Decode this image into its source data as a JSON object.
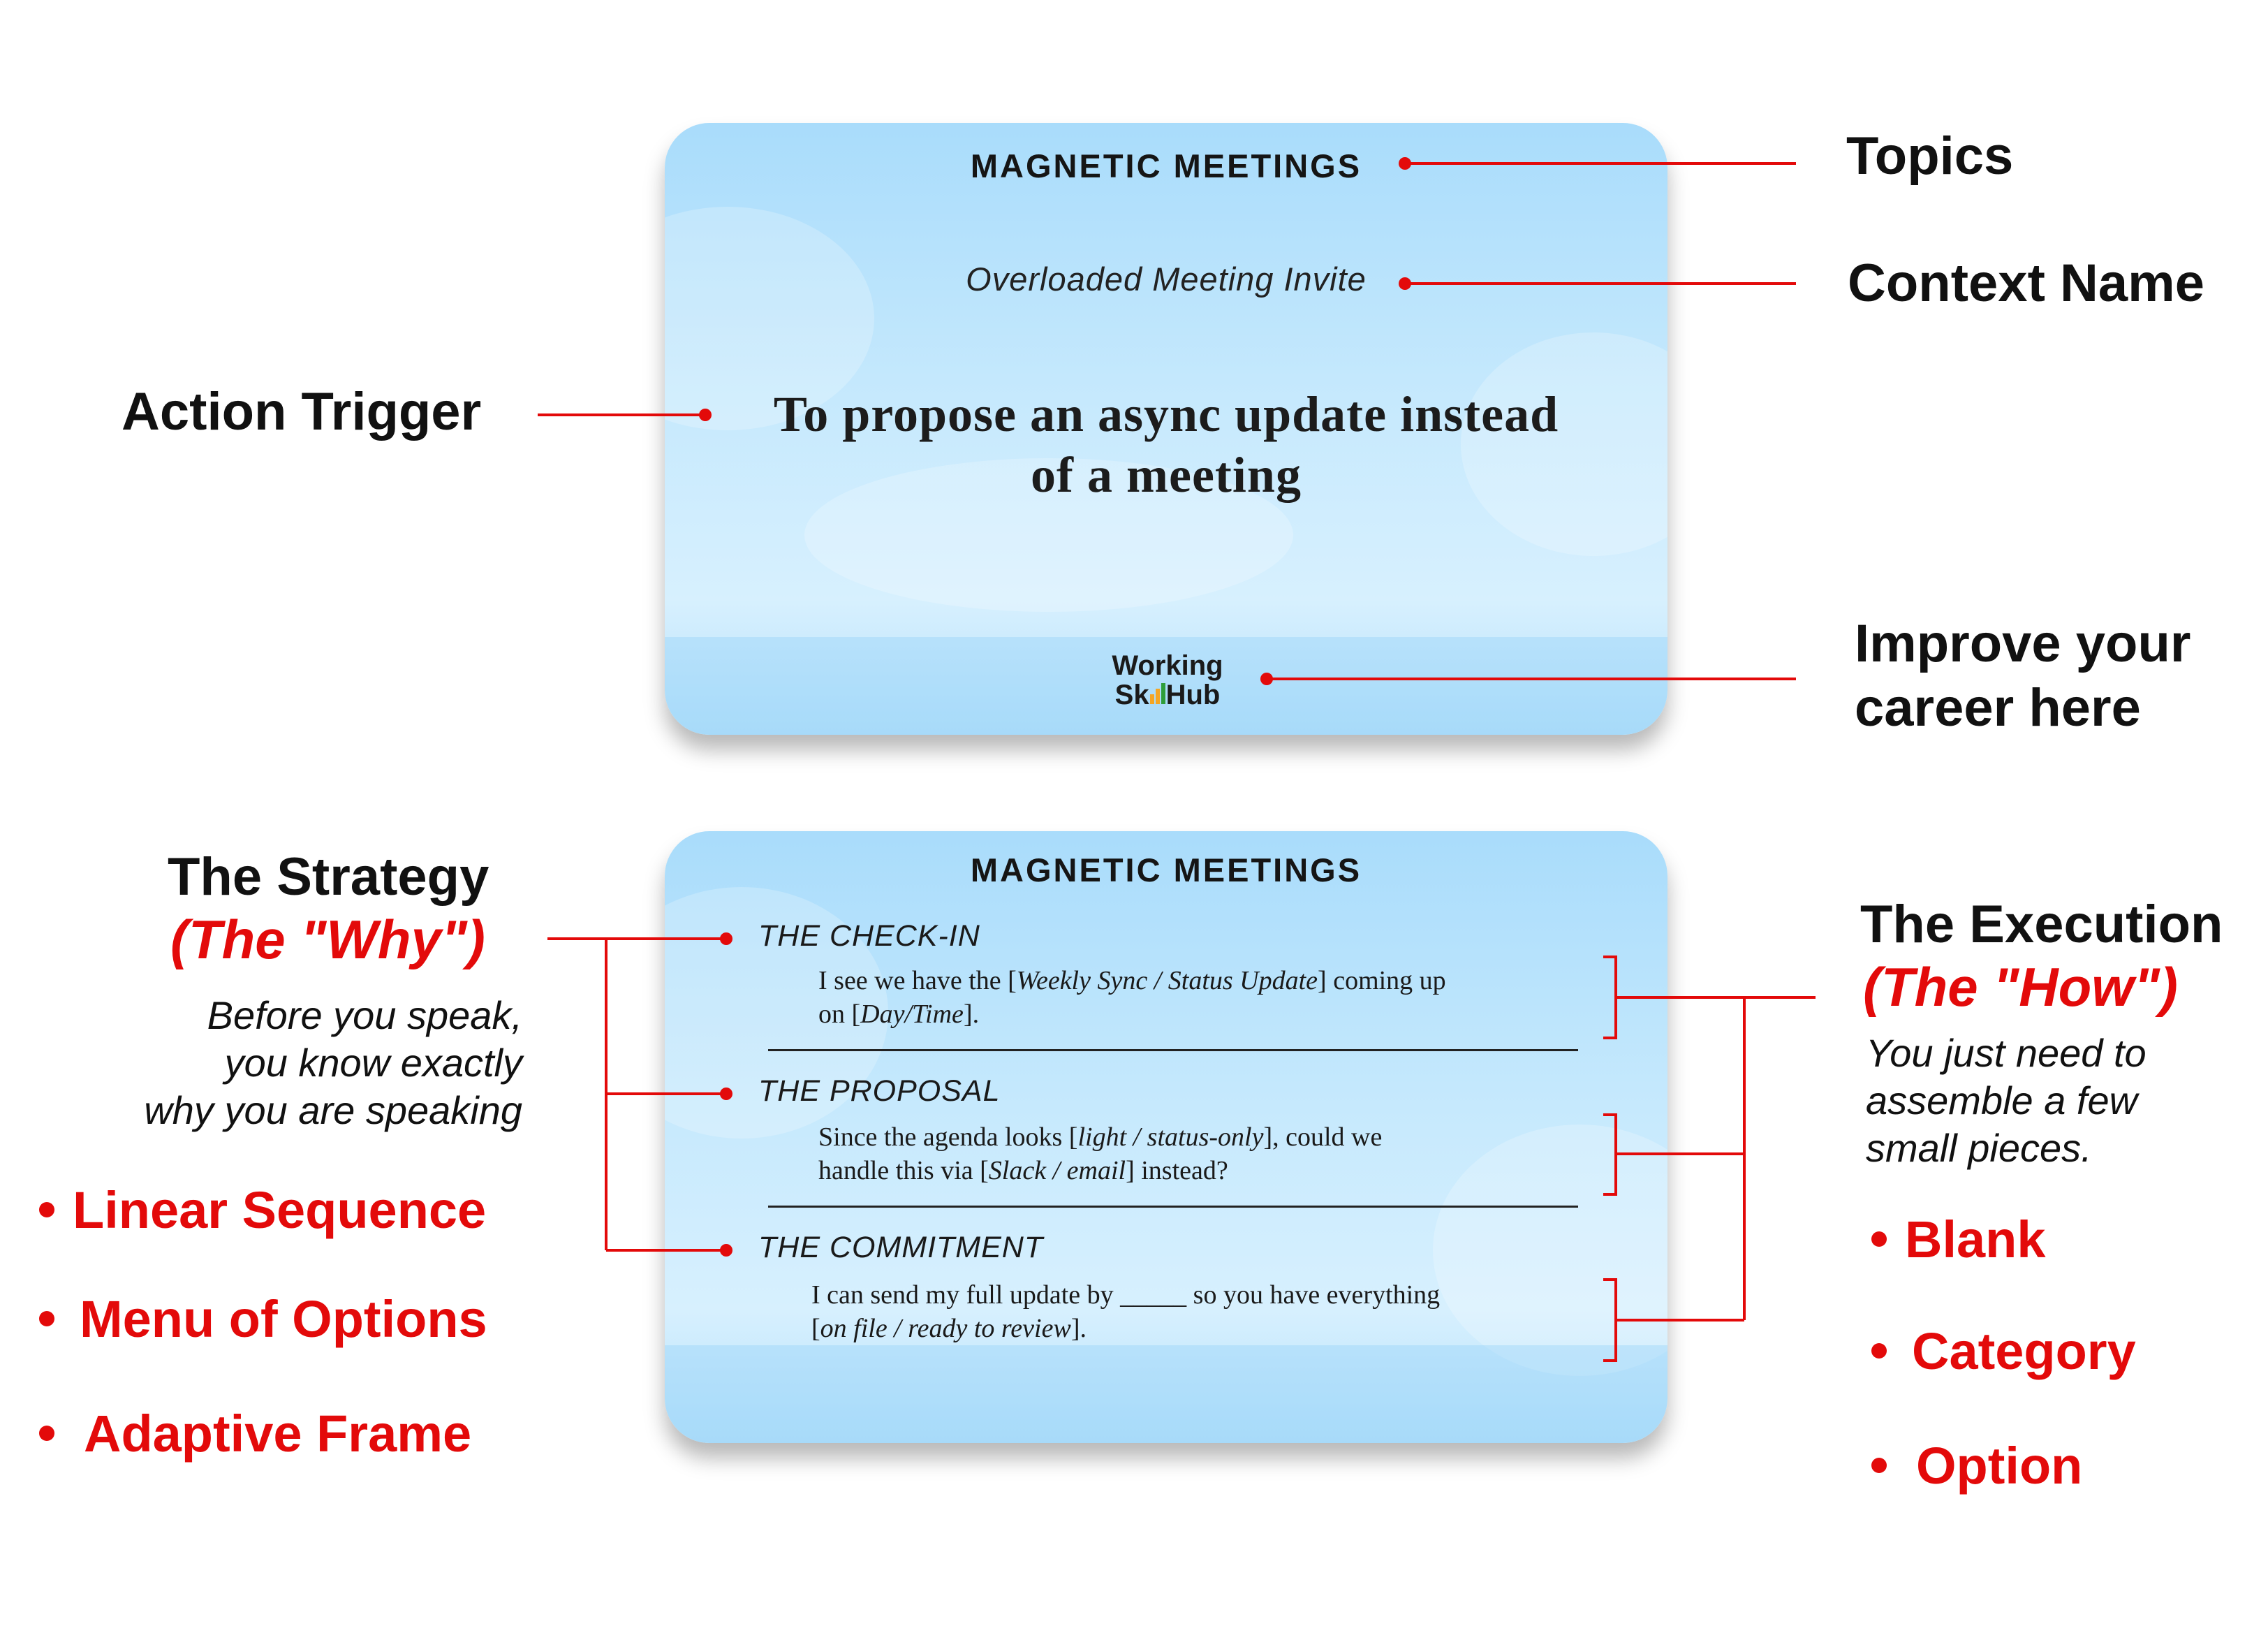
{
  "front_card": {
    "topic": "MAGNETIC MEETINGS",
    "context": "Overloaded Meeting Invite",
    "trigger_line1": "To propose an async update instead",
    "trigger_line2": "of a meeting",
    "logo_line1": "Working",
    "logo_line2_a": "Sk",
    "logo_line2_b": "Hub"
  },
  "back_card": {
    "topic": "MAGNETIC MEETINGS",
    "sections": [
      {
        "heading": "THE CHECK-IN",
        "l1_a": "I see we have the [",
        "l1_b": "Weekly Sync / Status Update",
        "l1_c": "] coming up",
        "l2_a": "on [",
        "l2_b": "Day/Time",
        "l2_c": "]."
      },
      {
        "heading": "THE PROPOSAL",
        "l1_a": "Since the agenda looks [",
        "l1_b": "light / status-only",
        "l1_c": "], could we",
        "l2_a": "handle this via [",
        "l2_b": "Slack / email",
        "l2_c": "] instead?"
      },
      {
        "heading": "THE COMMITMENT",
        "l1_a": "I can send my full update by _____ so you have everything",
        "l1_b": "",
        "l1_c": "",
        "l2_a": "[",
        "l2_b": "on file / ready to review",
        "l2_c": "]."
      }
    ]
  },
  "labels": {
    "topics": "Topics",
    "context_name": "Context Name",
    "action_trigger": "Action Trigger",
    "career_line1": "Improve your",
    "career_line2": "career here",
    "strategy_title": "The Strategy",
    "strategy_sub": "(The \"Why\")",
    "strategy_desc1": "Before you speak,",
    "strategy_desc2": "you know exactly",
    "strategy_desc3": "why you are speaking",
    "strategy_items": [
      "Linear Sequence",
      "Menu of Options",
      "Adaptive Frame"
    ],
    "execution_title": "The Execution",
    "execution_sub": "(The \"How\")",
    "execution_desc1": "You just need to",
    "execution_desc2": "assemble a few",
    "execution_desc3": "small pieces.",
    "execution_items": [
      "Blank",
      "Category",
      "Option"
    ]
  },
  "colors": {
    "accent_red": "#e30a0a",
    "card_blue": "#a9dcfb",
    "text_dark": "#111111"
  }
}
